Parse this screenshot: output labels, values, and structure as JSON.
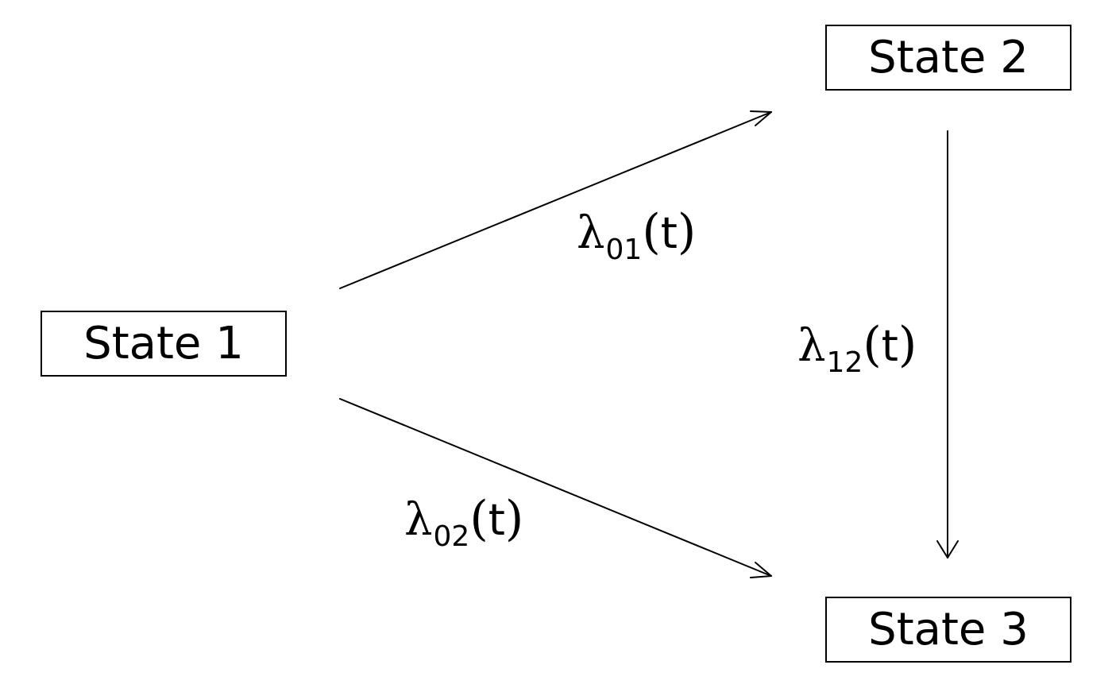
{
  "states": {
    "s1": "State 1",
    "s2": "State 2",
    "s3": "State 3"
  },
  "transitions": {
    "t01": {
      "symbol": "λ",
      "subscript": "01",
      "open": "(",
      "arg": "t",
      "close": ")"
    },
    "t12": {
      "symbol": "λ",
      "subscript": "12",
      "open": "(",
      "arg": "t",
      "close": ")"
    },
    "t02": {
      "symbol": "λ",
      "subscript": "02",
      "open": "(",
      "arg": "t",
      "close": ")"
    }
  },
  "colors": {
    "line": "#000000",
    "background": "#ffffff"
  }
}
